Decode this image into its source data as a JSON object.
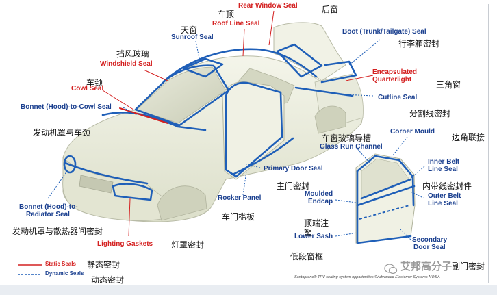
{
  "labels": {
    "rear_window_en": "Rear Window Seal",
    "rear_window_cn": "后窗",
    "roof_cn": "车顶",
    "roof_en": "Roof Line Seal",
    "sunroof_cn": "天窗",
    "sunroof_en": "Sunroof Seal",
    "boot_en": "Boot (Trunk/Tailgate) Seal",
    "boot_cn": "行李箱密封",
    "windshield_cn": "挡风玻璃",
    "windshield_en": "Windshield Seal",
    "encap_en1": "Encapsulated",
    "encap_en2": "Quarterlight",
    "encap_cn": "三角窗",
    "cowl_cn": "车颈",
    "cowl_en": "Cowl Seal",
    "cutline_en": "Cutline Seal",
    "cutline_cn": "分割线密封",
    "bonnet_cowl_en": "Bonnet (Hood)-to-Cowl Seal",
    "bonnet_cowl_cn": "发动机罩与车颈",
    "corner_en": "Corner Mould",
    "corner_cn": "边角联接",
    "glass_run_cn": "车窗玻璃导槽",
    "glass_run_en": "Glass Run Channel",
    "inner_belt_en1": "Inner Belt",
    "inner_belt_en2": "Line Seal",
    "belt_cn": "内带线密封件",
    "outer_belt_en1": "Outer Belt",
    "outer_belt_en2": "Line Seal",
    "primary_door_en": "Primary Door Seal",
    "primary_door_cn": "主门密封",
    "rocker_en": "Rocker Panel",
    "rocker_cn": "车门槛板",
    "moulded_en1": "Moulded",
    "moulded_en2": "Endcap",
    "moulded_cn1": "顶端注",
    "moulded_cn2": "塑",
    "lower_sash_en": "Lower Sash",
    "lower_sash_cn": "低段窗框",
    "bonnet_rad_en1": "Bonnet (Hood)-to-",
    "bonnet_rad_en2": "Radiator Seal",
    "bonnet_rad_cn": "发动机罩与散热器间密封",
    "lighting_en": "Lighting Gaskets",
    "lighting_cn": "灯罩密封",
    "secondary_en1": "Secondary",
    "secondary_en2": "Door Seal",
    "secondary_cn": "副门密封"
  },
  "legend": {
    "static_label": "Static Seals",
    "static_cn": "静态密封",
    "dynamic_label": "Dynamic Seals",
    "dynamic_cn": "动态密封"
  },
  "footer": {
    "credit": "Santoprene® TPV sealing system opportunities ©Advanced Elastomer Systems NV/SA",
    "watermark": "艾邦高分子"
  },
  "colors": {
    "seal_blue": "#1f5fb8",
    "label_blue": "#1a3f8f",
    "label_red": "#d42020",
    "car_body": "#eef0e2"
  }
}
